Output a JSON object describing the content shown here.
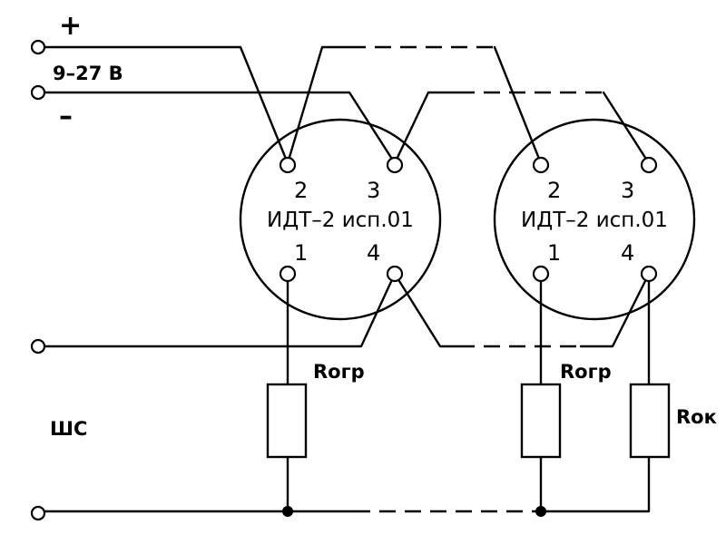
{
  "supply": {
    "plus": "+",
    "minus": "–",
    "voltage": "9–27 В"
  },
  "loop_label": "ШС",
  "detectors": [
    {
      "model": "ИДТ–2 исп.01",
      "pins": {
        "p1": "1",
        "p2": "2",
        "p3": "3",
        "p4": "4"
      },
      "resistors": [
        "Rогр"
      ]
    },
    {
      "model": "ИДТ–2 исп.01",
      "pins": {
        "p1": "1",
        "p2": "2",
        "p3": "3",
        "p4": "4"
      },
      "resistors": [
        "Rогр",
        "Rок"
      ]
    }
  ]
}
